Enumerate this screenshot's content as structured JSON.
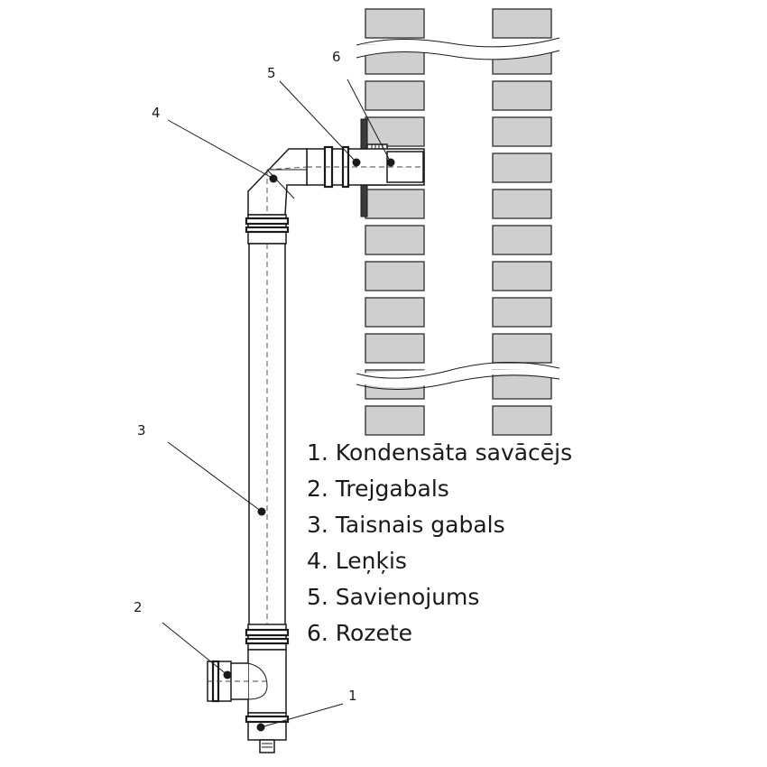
{
  "callouts": [
    {
      "number": "1"
    },
    {
      "number": "2"
    },
    {
      "number": "3"
    },
    {
      "number": "4"
    },
    {
      "number": "5"
    },
    {
      "number": "6"
    }
  ],
  "legend": [
    {
      "text": "1. Kondensāta savācējs"
    },
    {
      "text": "2. Trejgabals"
    },
    {
      "text": "3. Taisnais gabals"
    },
    {
      "text": "4. Leņķis"
    },
    {
      "text": "5. Savienojums"
    },
    {
      "text": "6. Rozete"
    }
  ],
  "colors": {
    "brick_fill": "#cfcfcf",
    "line": "#1a1a1a"
  }
}
